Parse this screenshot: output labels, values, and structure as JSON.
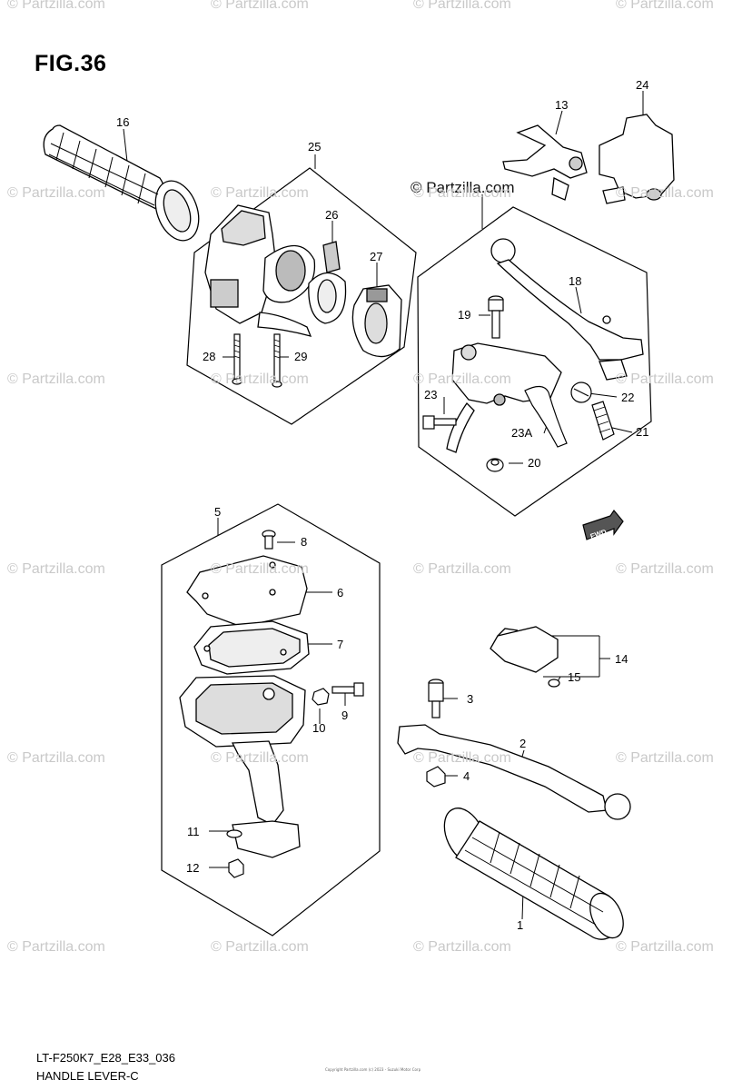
{
  "figure": {
    "title": "FIG.36",
    "copyright": "© Partzilla.com",
    "code": "LT-F250K7_E28_E33_036",
    "name": "HANDLE LEVER-C",
    "fine_print_1": "Copyright",
    "fine_print_2": "Partzilla.com (c) 2023 - Suzuki Motor Corp"
  },
  "watermark": {
    "text": "© Partzilla.com",
    "color": "#c9c9c9"
  },
  "callouts": {
    "p1": "1",
    "p2": "2",
    "p3": "3",
    "p4": "4",
    "p5": "5",
    "p6": "6",
    "p7": "7",
    "p8": "8",
    "p9": "9",
    "p10": "10",
    "p11": "11",
    "p12": "12",
    "p13": "13",
    "p14": "14",
    "p15": "15",
    "p16": "16",
    "p18": "18",
    "p19": "19",
    "p20": "20",
    "p21": "21",
    "p22": "22",
    "p23": "23",
    "p23a": "23A",
    "p24": "24",
    "p25": "25",
    "p26": "26",
    "p27": "27",
    "p28": "28",
    "p29": "29"
  },
  "icons": {
    "fwd_arrow": "FWD",
    "fwd_icon": "fwd-arrow-icon"
  }
}
